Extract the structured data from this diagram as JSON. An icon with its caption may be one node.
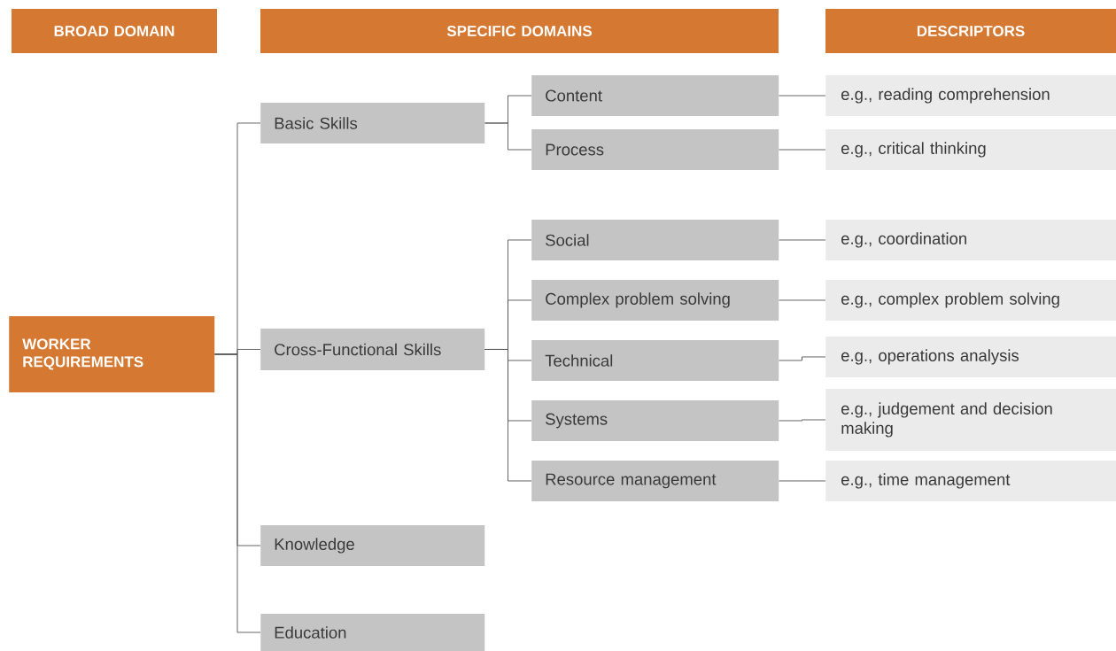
{
  "diagram": {
    "nodes": [
      {
        "text": [
          "BROAD DOMAIN"
        ]
      },
      {
        "text": [
          "SPECIFIC DOMAINS"
        ]
      },
      {
        "text": [
          "DESCRIPTORS"
        ]
      },
      {
        "text": [
          "WORKER REQUIREMENTS"
        ]
      },
      {
        "text": [
          "Basic Skills"
        ]
      },
      {
        "text": [
          "Cross-Functional Skills"
        ]
      },
      {
        "text": [
          "Knowledge"
        ]
      },
      {
        "text": [
          "Education"
        ]
      },
      {
        "text": [
          "Content"
        ]
      },
      {
        "text": [
          "Process"
        ]
      },
      {
        "text": [
          "Social"
        ]
      },
      {
        "text": [
          "Complex problem solving"
        ]
      },
      {
        "text": [
          "Technical"
        ]
      },
      {
        "text": [
          "Systems"
        ]
      },
      {
        "text": [
          "Resource management"
        ]
      },
      {
        "text": [
          "e.g., reading comprehension"
        ]
      },
      {
        "text": [
          "e.g., critical thinking"
        ]
      },
      {
        "text": [
          "e.g., coordination"
        ]
      },
      {
        "text": [
          "e.g., complex problem solving"
        ]
      },
      {
        "text": [
          "e.g., operations analysis"
        ]
      },
      {
        "text": [
          "e.g., judgement and decision making"
        ]
      },
      {
        "text": [
          "e.g., time management"
        ]
      }
    ],
    "edges": [
      {
        "from": 3,
        "to": 4,
        "arrow": "none"
      },
      {
        "from": 3,
        "to": 5,
        "arrow": "none"
      },
      {
        "from": 3,
        "to": 6,
        "arrow": "none"
      },
      {
        "from": 3,
        "to": 7,
        "arrow": "none"
      },
      {
        "from": 4,
        "to": 8,
        "arrow": "none"
      },
      {
        "from": 4,
        "to": 9,
        "arrow": "none"
      },
      {
        "from": 5,
        "to": 10,
        "arrow": "none"
      },
      {
        "from": 5,
        "to": 11,
        "arrow": "none"
      },
      {
        "from": 5,
        "to": 12,
        "arrow": "none"
      },
      {
        "from": 5,
        "to": 13,
        "arrow": "none"
      },
      {
        "from": 5,
        "to": 14,
        "arrow": "none"
      },
      {
        "from": 8,
        "to": 15,
        "arrow": "none"
      },
      {
        "from": 9,
        "to": 16,
        "arrow": "none"
      },
      {
        "from": 10,
        "to": 17,
        "arrow": "none"
      },
      {
        "from": 11,
        "to": 18,
        "arrow": "none"
      },
      {
        "from": 12,
        "to": 19,
        "arrow": "none"
      },
      {
        "from": 13,
        "to": 20,
        "arrow": "none"
      },
      {
        "from": 14,
        "to": 21,
        "arrow": "none"
      }
    ]
  }
}
